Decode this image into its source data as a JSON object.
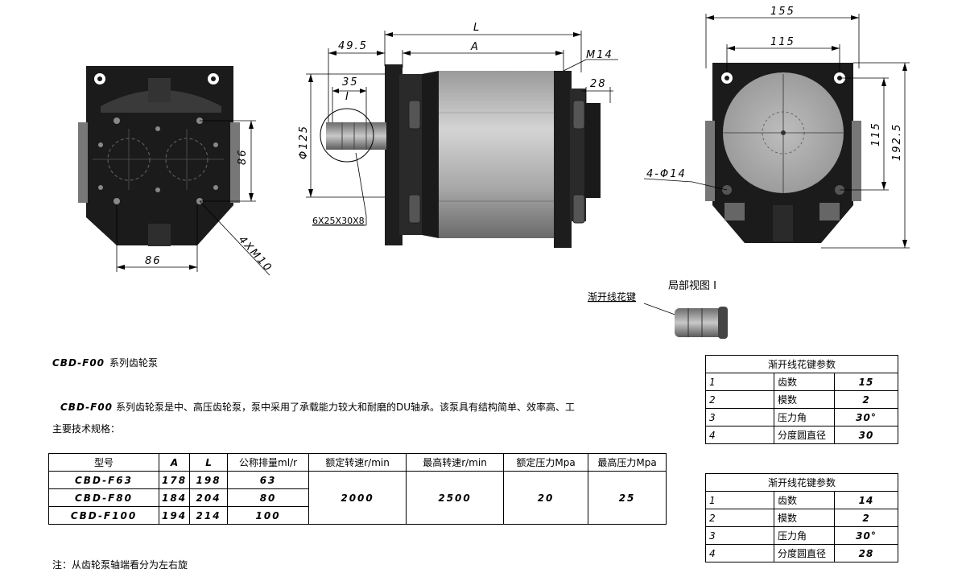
{
  "drawing": {
    "left_view": {
      "dim_h": "86",
      "dim_v": "86",
      "thread": "4XM10"
    },
    "side_view": {
      "L": "L",
      "A": "A",
      "d1": "49.5",
      "d2": "35",
      "flange_d": "Φ125",
      "port": "M14",
      "shaft_len": "28",
      "spline_spec": "6X25X30X8",
      "detail_mark": "I"
    },
    "right_view": {
      "width": "155",
      "bolt_spacing": "115",
      "height_bolt": "115",
      "height": "192.5",
      "holes": "4-Φ14"
    },
    "detail": {
      "title": "局部视图 I",
      "label": "渐开线花键"
    }
  },
  "intro": {
    "title_model": "CBD-F00",
    "title_text": "系列齿轮泵",
    "para_model": "CBD-F00",
    "para_text": "系列齿轮泵是中、高压齿轮泵，泵中采用了承载能力较大和耐磨的DU轴承。该泵具有结构简单、效率高、工",
    "para_line2": "主要技术规格："
  },
  "spec_table": {
    "headers": [
      "型号",
      "A",
      "L",
      "公称排量ml/r",
      "额定转速r/min",
      "最高转速r/min",
      "额定压力Mpa",
      "最高压力Mpa"
    ],
    "rows": [
      {
        "model": "CBD-F63",
        "A": "178",
        "L": "198",
        "disp": "63"
      },
      {
        "model": "CBD-F80",
        "A": "184",
        "L": "204",
        "disp": "80"
      },
      {
        "model": "CBD-F100",
        "A": "194",
        "L": "214",
        "disp": "100"
      }
    ],
    "rated_speed": "2000",
    "max_speed": "2500",
    "rated_pressure": "20",
    "max_pressure": "25"
  },
  "spline_table_1": {
    "title": "渐开线花键参数",
    "rows": [
      {
        "n": "1",
        "k": "齿数",
        "v": "15"
      },
      {
        "n": "2",
        "k": "模数",
        "v": "2"
      },
      {
        "n": "3",
        "k": "压力角",
        "v": "30°"
      },
      {
        "n": "4",
        "k": "分度圆直径",
        "v": "30"
      }
    ]
  },
  "spline_table_2": {
    "title": "渐开线花键参数",
    "rows": [
      {
        "n": "1",
        "k": "齿数",
        "v": "14"
      },
      {
        "n": "2",
        "k": "模数",
        "v": "2"
      },
      {
        "n": "3",
        "k": "压力角",
        "v": "30°"
      },
      {
        "n": "4",
        "k": "分度圆直径",
        "v": "28"
      }
    ]
  },
  "note": "注：从齿轮泵轴端看分为左右旋"
}
